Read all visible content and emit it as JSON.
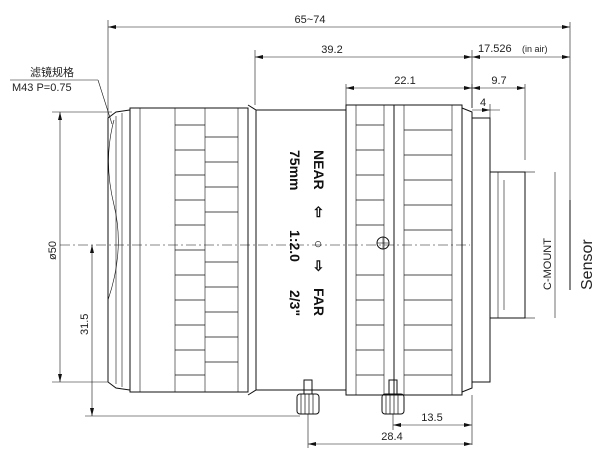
{
  "dimensions": {
    "overall_length": "65~74",
    "body_length": "39.2",
    "flange_back": "17.526",
    "flange_back_note": "(in air)",
    "ring_width": "22.1",
    "mount_length": "9.7",
    "mount_step": "4",
    "diameter": "ø50",
    "half_height": "31.5",
    "screw_offset": "13.5",
    "screw_span": "28.4"
  },
  "filter": {
    "label": "滤镜规格",
    "spec": "M43  P=0.75"
  },
  "lens_marking": {
    "focal": "75mm",
    "aperture": "1:2.0",
    "format": "2/3\"",
    "near": "NEAR",
    "far": "FAR",
    "arrow_near": "⇦",
    "arrow_far": "⇨",
    "circle": "○"
  },
  "mount": {
    "label": "C-MOUNT"
  },
  "sensor": {
    "label": "Sensor"
  }
}
